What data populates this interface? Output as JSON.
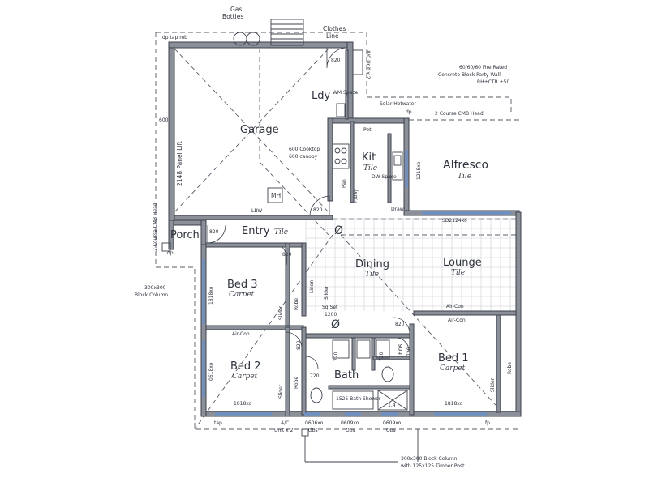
{
  "rooms": {
    "garage": "Garage",
    "ldy": "Ldy",
    "kit": "Kit",
    "kit_floor": "Tile",
    "alfresco": "Alfresco",
    "alfresco_floor": "Tile",
    "porch": "Porch",
    "entry": "Entry",
    "entry_floor": "Tile",
    "dining": "Dining",
    "dining_floor": "Tile",
    "lounge": "Lounge",
    "lounge_floor": "Tile",
    "bed3": "Bed 3",
    "bed3_floor": "Carpet",
    "bed2": "Bed 2",
    "bed2_floor": "Carpet",
    "bed1": "Bed 1",
    "bed1_floor": "Carpet",
    "bath": "Bath",
    "ens": "Ens",
    "wc_symbol": "Ø",
    "entry_symbol": "Ø"
  },
  "labels": {
    "gas_bottles_line1": "Gas",
    "gas_bottles_line2": "Bottles",
    "clothes_line_line1": "Clothes",
    "clothes_line_line2": "Line",
    "dp_tap_mb": "dp tap mb",
    "ac_unit": "A/C Unit x 2",
    "fire_rated_line1": "60/60/60 Fire Rated",
    "fire_rated_line2": "Concrete Block Party Wall",
    "fire_rated_line3": "RH+CTR +50",
    "wm_space": "WM Space",
    "solar_hw": "Solar Hotwater",
    "dp_top": "dp",
    "two_course_head": "2 Course CMB Head",
    "panel_lift": "2148 Panel Lift",
    "garage_600": "600",
    "cooktop": "600 Cooktop",
    "canopy": "600 canopy",
    "pan": "Pan",
    "fridge": "F/Bay",
    "pot": "Pot",
    "dw_space": "DW Space",
    "draw": "Draw",
    "mh": "MH",
    "lbw": "LBW",
    "d820_garage": "820",
    "d820_ldy": "820",
    "sd_2124": "SD2124xo",
    "w1218": "1218xo",
    "porch_head": "2 Course CMB Head",
    "porch_820": "820",
    "porch_dp": "dp",
    "block_column_line1": "300x300",
    "block_column_line2": "Block Column",
    "d820_bed3": "820",
    "bed3_window": "1818xo",
    "linen": "Linen",
    "slider_hall": "Slider",
    "slider_bed3": "Slider",
    "robe_bed3": "Robe",
    "aircon_bed3": "Air-Con",
    "sq_set": "Sq Set",
    "d1200": "1200",
    "wall_symbol": "Ø",
    "d820_hall": "820",
    "d820_bed1": "820",
    "aircon_lounge": "Air-Con",
    "aircon_bed1": "Air-Con",
    "bed2_window": "0618xo",
    "slider_bed2": "Slider",
    "robe_bed2": "Robe",
    "bed2_bottom": "1818xo",
    "d720_bath": "720",
    "d720_wc": "720",
    "d720_ens1": "720",
    "d720_ens2": "720",
    "shower": "1525 Bath Shower",
    "ens_14": "1.4",
    "slider_bed1": "Slider",
    "robe_bed1": "Robe",
    "bed1_bottom": "1818xo",
    "fp": "fp",
    "tap_bottom": "tap",
    "ac_bottom_line1": "A/C",
    "ac_bottom_line2": "Unit x 2",
    "obs1_line1": "0606xo",
    "obs1_line2": "Obs",
    "obs2_line1": "0609xo",
    "obs2_line2": "Obs",
    "obs3_line1": "0609xo",
    "obs3_line2": "Obs",
    "column_bottom_line1": "300x300 Block Column",
    "column_bottom_line2": "with 125x125 Timber Post"
  }
}
